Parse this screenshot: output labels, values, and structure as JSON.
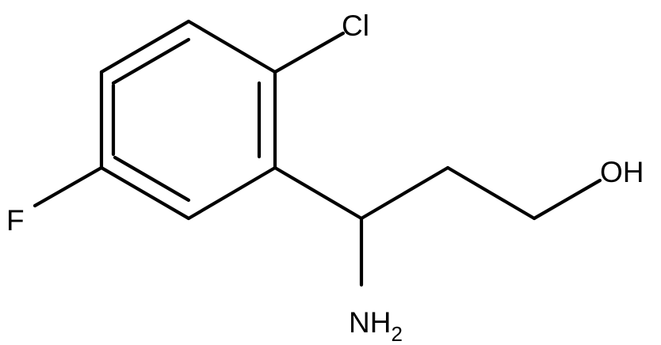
{
  "structure": {
    "atoms": {
      "chlorine": "Cl",
      "fluorine": "F",
      "hydroxyl": "OH",
      "amine": "NH",
      "amine_subscript": "2"
    },
    "colors": {
      "bond": "#000000",
      "label": "#000000",
      "background": "#ffffff"
    }
  }
}
